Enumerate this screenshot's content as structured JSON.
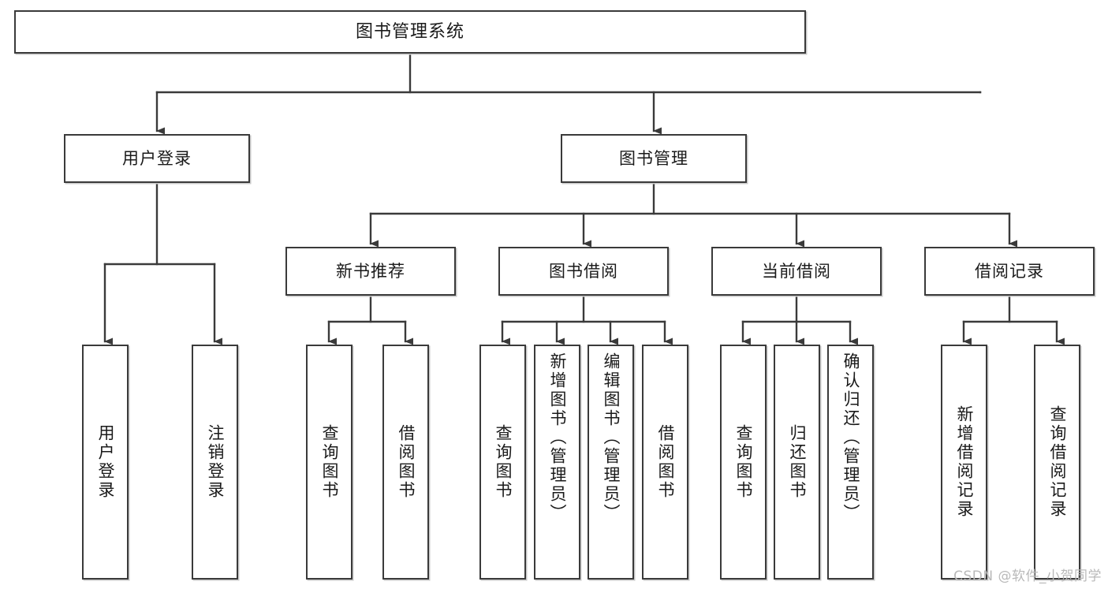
{
  "diagram": {
    "title": "图书管理系统",
    "type": "tree-hierarchy",
    "watermark": "CSDN @软件_小贺同学",
    "colors": {
      "background": "#ffffff",
      "node_fill": "#ffffff",
      "node_border": "#3a3a3a",
      "edge": "#3a3a3a",
      "text": "#1a1a1a",
      "watermark": "#b9b9b9"
    }
  },
  "nodes": {
    "root": {
      "label": "图书管理系统"
    },
    "level2": [
      {
        "id": "user-login",
        "label": "用户登录"
      },
      {
        "id": "book-manage",
        "label": "图书管理"
      }
    ],
    "level3": [
      {
        "id": "new-book-recommend",
        "label": "新书推荐"
      },
      {
        "id": "book-borrow",
        "label": "图书借阅"
      },
      {
        "id": "current-borrow",
        "label": "当前借阅"
      },
      {
        "id": "borrow-record",
        "label": "借阅记录"
      }
    ],
    "leaves": [
      {
        "id": "leaf-user-login",
        "label": "用户登录",
        "parent": "user-login"
      },
      {
        "id": "leaf-logout-login",
        "label": "注销登录",
        "parent": "user-login"
      },
      {
        "id": "leaf-query-book-1",
        "label": "查询图书",
        "parent": "new-book-recommend"
      },
      {
        "id": "leaf-borrow-book-1",
        "label": "借阅图书",
        "parent": "new-book-recommend"
      },
      {
        "id": "leaf-query-book-2",
        "label": "查询图书",
        "parent": "book-borrow"
      },
      {
        "id": "leaf-add-book",
        "label": "新增图书（管理员）",
        "parent": "book-borrow"
      },
      {
        "id": "leaf-edit-book",
        "label": "编辑图书（管理员）",
        "parent": "book-borrow"
      },
      {
        "id": "leaf-borrow-book-2",
        "label": "借阅图书",
        "parent": "book-borrow"
      },
      {
        "id": "leaf-query-book-3",
        "label": "查询图书",
        "parent": "current-borrow"
      },
      {
        "id": "leaf-return-book",
        "label": "归还图书",
        "parent": "current-borrow"
      },
      {
        "id": "leaf-confirm-return",
        "label": "确认归还（管理员）",
        "parent": "current-borrow"
      },
      {
        "id": "leaf-add-record",
        "label": "新增借阅记录",
        "parent": "borrow-record"
      },
      {
        "id": "leaf-query-record",
        "label": "查询借阅记录",
        "parent": "borrow-record"
      }
    ]
  }
}
